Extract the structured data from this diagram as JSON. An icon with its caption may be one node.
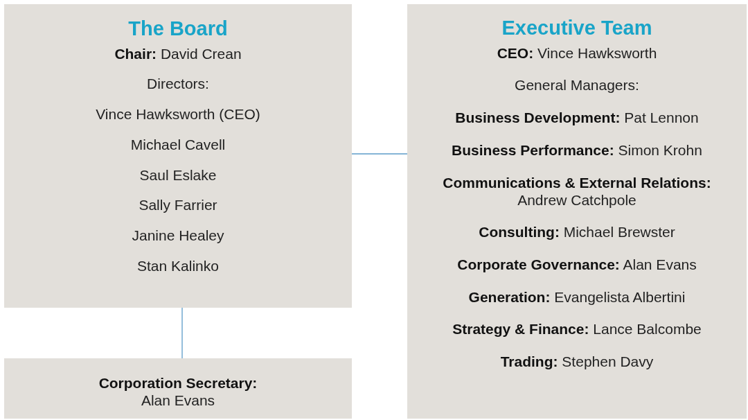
{
  "diagram": {
    "nodes": [
      {
        "text": [
          "The Board",
          "**Chair:** David Crean",
          "Directors:",
          "Vince Hawksworth (CEO)",
          "Michael Cavell",
          "Saul Eslake",
          "Sally Farrier",
          "Janine Healey",
          "Stan Kalinko"
        ]
      },
      {
        "text": [
          "Executive Team",
          "**CEO:** Vince Hawksworth",
          "General Managers:",
          "**Business Development:** Pat Lennon",
          "**Business Performance:** Simon Krohn",
          "**Communications & External Relations:** Andrew Catchpole",
          "**Consulting:** Michael Brewster",
          "**Corporate Governance:** Alan Evans",
          "**Generation:** Evangelista Albertini",
          "**Strategy & Finance:** Lance Balcombe",
          "**Trading:** Stephen Davy"
        ]
      },
      {
        "text": [
          "**Corporation Secretary:** Alan Evans"
        ]
      }
    ],
    "edges": [
      {
        "from": 0,
        "to": 1,
        "arrow": "none"
      },
      {
        "from": 0,
        "to": 2,
        "arrow": "none"
      }
    ]
  }
}
